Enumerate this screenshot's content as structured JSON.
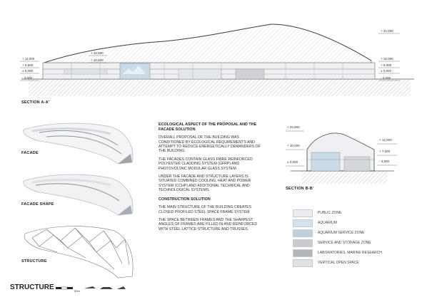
{
  "section_aa": {
    "caption": "SECTION A-A'",
    "levels_left": [
      "+ 11,000",
      "+ 5,500",
      "± 0,000",
      "- 3,500"
    ],
    "levels_inner": [
      "+ 15,500",
      "+ 10,500"
    ],
    "levels_right": [
      "+ 32,000",
      "+ 15,000",
      "+ 9,000",
      "± 0,000",
      "- 3,500"
    ]
  },
  "renders": [
    {
      "label": "FACADE"
    },
    {
      "label": "FACADE SHAPE"
    },
    {
      "label": "STRUCTURE"
    }
  ],
  "text": {
    "heading1": "ECOLOGICAL ASPECT OF THE PROPOSAL AND THE FACADE SOLUTION",
    "p1": "OVERALL PROPOSAL OF THE BUILDING WAS CONDITIONED BY ECOLOGICAL REQUIREMENTS AND ATTEMPT TO REDUCE ENERGETICALLY DEMANDERS OF THE BUILDING.",
    "p2": "THE FACADES CONTAIN GLASS FIBRE REINFORCED POLYESTER CLADDING SYSTEM (GFRP) AND PHOTOVOLTAIC MODULAR GLASS SYSTEM.",
    "p3": "UNDER THE FACADE AND STRUCTURE LAYERS IS SITUATED COMBINED COOLING, HEAT AND POWER SYSTEM (CCHP) AND ADDITIONAL TECHNICAL AND TECHNOLOGICAL SYSTEMS.",
    "heading2": "CONSTRUCTION SOLUTION",
    "p4": "THE MAIN STRUCTURE OF THE BUILDING CREATES CLOSED PROFILED STEEL SPACE FRAME SYSTEM.",
    "p5": "THE SPACE BETWEEN FRAMES AND THE SHARPEST ANGLES OF FRAMES ARE FILLED IN AND REINFORCED WITH STEEL LATTICE STRUCTURE AND TRUSSES."
  },
  "section_bb": {
    "caption": "SECTION B-B'",
    "levels_left": [
      "+ 25,800",
      "+ 10,000",
      "± 0,000"
    ],
    "levels_right": [
      "+ 12,000",
      "+ 7,000",
      "- 3,500"
    ]
  },
  "legend": [
    {
      "label": "PUBLIC ZONE",
      "color": "#ecedf1"
    },
    {
      "label": "AQUARIUM",
      "color": "#d3e2ec"
    },
    {
      "label": "AQUARIUM SERVICE ZONE",
      "color": "#bcd0de"
    },
    {
      "label": "SERVICE AND STORAGE ZONE",
      "color": "#c9cbce"
    },
    {
      "label": "LABORATORIES, MARINE RESEARCH",
      "color": "#b2b6bb"
    },
    {
      "label": "VERTICAL OPEN SPACE",
      "color": "#dfe2e6"
    }
  ],
  "footer": {
    "title": "STRUCTURE",
    "scale_label": "50m"
  }
}
